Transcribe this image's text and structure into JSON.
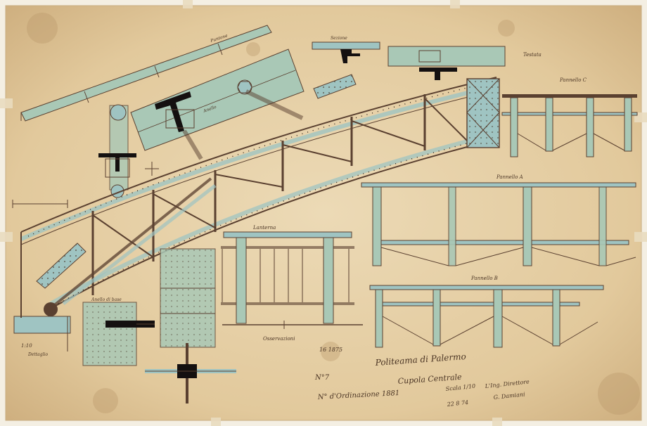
{
  "colors": {
    "paper": "#e8d4ae",
    "paper_edge": "#f4efe3",
    "ink": "#5a4030",
    "wash_blue": "#9fc4c2",
    "wash_green": "#a9c8b6",
    "iron_black": "#141010"
  },
  "sheet": {
    "title": "Politeama di Palermo",
    "subtitle": "Cupola Centrale",
    "scale_label": "Scala 1/10",
    "drawing_number": "N°7",
    "order_label": "N° d'Ordinazione 1881",
    "engineer_line": "L'Ing. Direttore",
    "engineer_name": "G. Damiani",
    "date_line": "22 8 74",
    "notes_label": "Osservazioni",
    "notes_ref": "16 1875",
    "detail_labels": {
      "puntone": "Puntone",
      "sezione": "Sezione",
      "pannello_a": "Pannello A",
      "pannello_b": "Pannello B",
      "pannello_c": "Pannello C",
      "anello": "Anello",
      "lanterna": "Lanterna",
      "anello_base": "Anello di base",
      "testata": "Testata",
      "dettaglio": "Dettaglio"
    },
    "side_note": "1:10"
  }
}
